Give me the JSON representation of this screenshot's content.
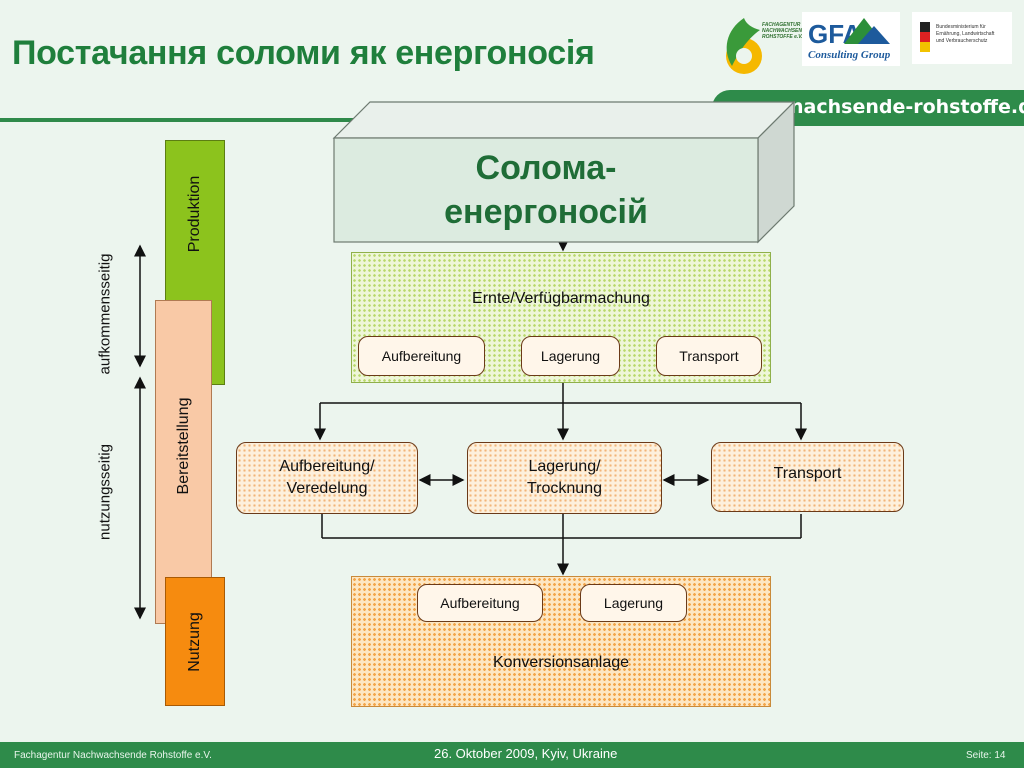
{
  "header": {
    "title": "Постачання  соломи як енергоносія",
    "url_text": "nachsende-rohstoffe.de"
  },
  "logos": {
    "fnr_caption": "FACHAGENTUR NACHWACHSENDE ROHSTOFFE e.V.",
    "gfa_name": "GFA",
    "gfa_sub": "Consulting Group",
    "ministry_text": "Bundesministerium für Ernährung, Landwirtschaft und Verbraucherschutz"
  },
  "colors": {
    "brand_green": "#2e8b4a",
    "title_green": "#1f7f3c",
    "produktion_green": "#8cc31d",
    "bereitstellung_salmon": "#f9c9a6",
    "nutzung_orange": "#f68b0f"
  },
  "side": {
    "produktion": "Produktion",
    "bereitstellung": "Bereitstellung",
    "nutzung": "Nutzung",
    "aufkommensseitig": "aufkommensseitig",
    "nutzungsseitig": "nutzungsseitig"
  },
  "diagram": {
    "top": {
      "line1": "Солома-",
      "line2": "енергоносій"
    },
    "harvest": {
      "title": "Ernte/Verfügbarmachung",
      "items": [
        "Aufbereitung",
        "Lagerung",
        "Transport"
      ]
    },
    "middle": {
      "items": [
        {
          "line1": "Aufbereitung/",
          "line2": "Veredelung"
        },
        {
          "line1": "Lagerung/",
          "line2": "Trocknung"
        },
        {
          "line1": "Transport",
          "line2": ""
        }
      ]
    },
    "conversion": {
      "title": "Konversionsanlage",
      "items": [
        "Aufbereitung",
        "Lagerung"
      ]
    }
  },
  "footer": {
    "left": "Fachagentur Nachwachsende Rohstoffe e.V.",
    "center": "26. Oktober 2009, Kyiv, Ukraine",
    "right": "Seite: 14"
  }
}
